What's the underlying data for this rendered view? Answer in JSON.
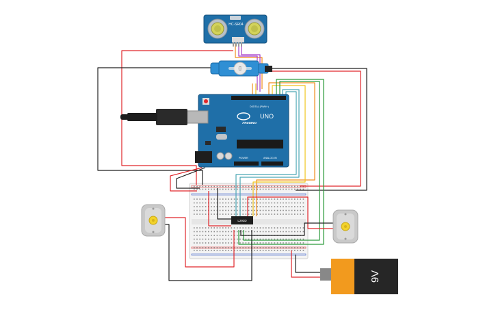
{
  "sensor": {
    "model_label": "HC-SR04"
  },
  "arduino": {
    "brand_label": "ARDUINO",
    "model_label": "UNO",
    "digital_label": "DIGITAL (PWM~)",
    "power_label": "POWER",
    "analog_label": "ANALOG IN"
  },
  "driver_ic": {
    "label": "L293D"
  },
  "battery": {
    "label": "9V"
  },
  "colors": {
    "board_blue": "#1f6fa8",
    "board_dark": "#17517c",
    "wire_red": "#e0262a",
    "wire_black": "#222222",
    "wire_orange": "#f08c1c",
    "wire_yellow": "#f0c419",
    "wire_green": "#2a9a3a",
    "wire_teal": "#4aa7b5",
    "wire_purple": "#a33cc9",
    "battery_orange": "#f29a1e",
    "motor_gray": "#c9c9c9",
    "motor_shaft": "#f2d22a"
  }
}
